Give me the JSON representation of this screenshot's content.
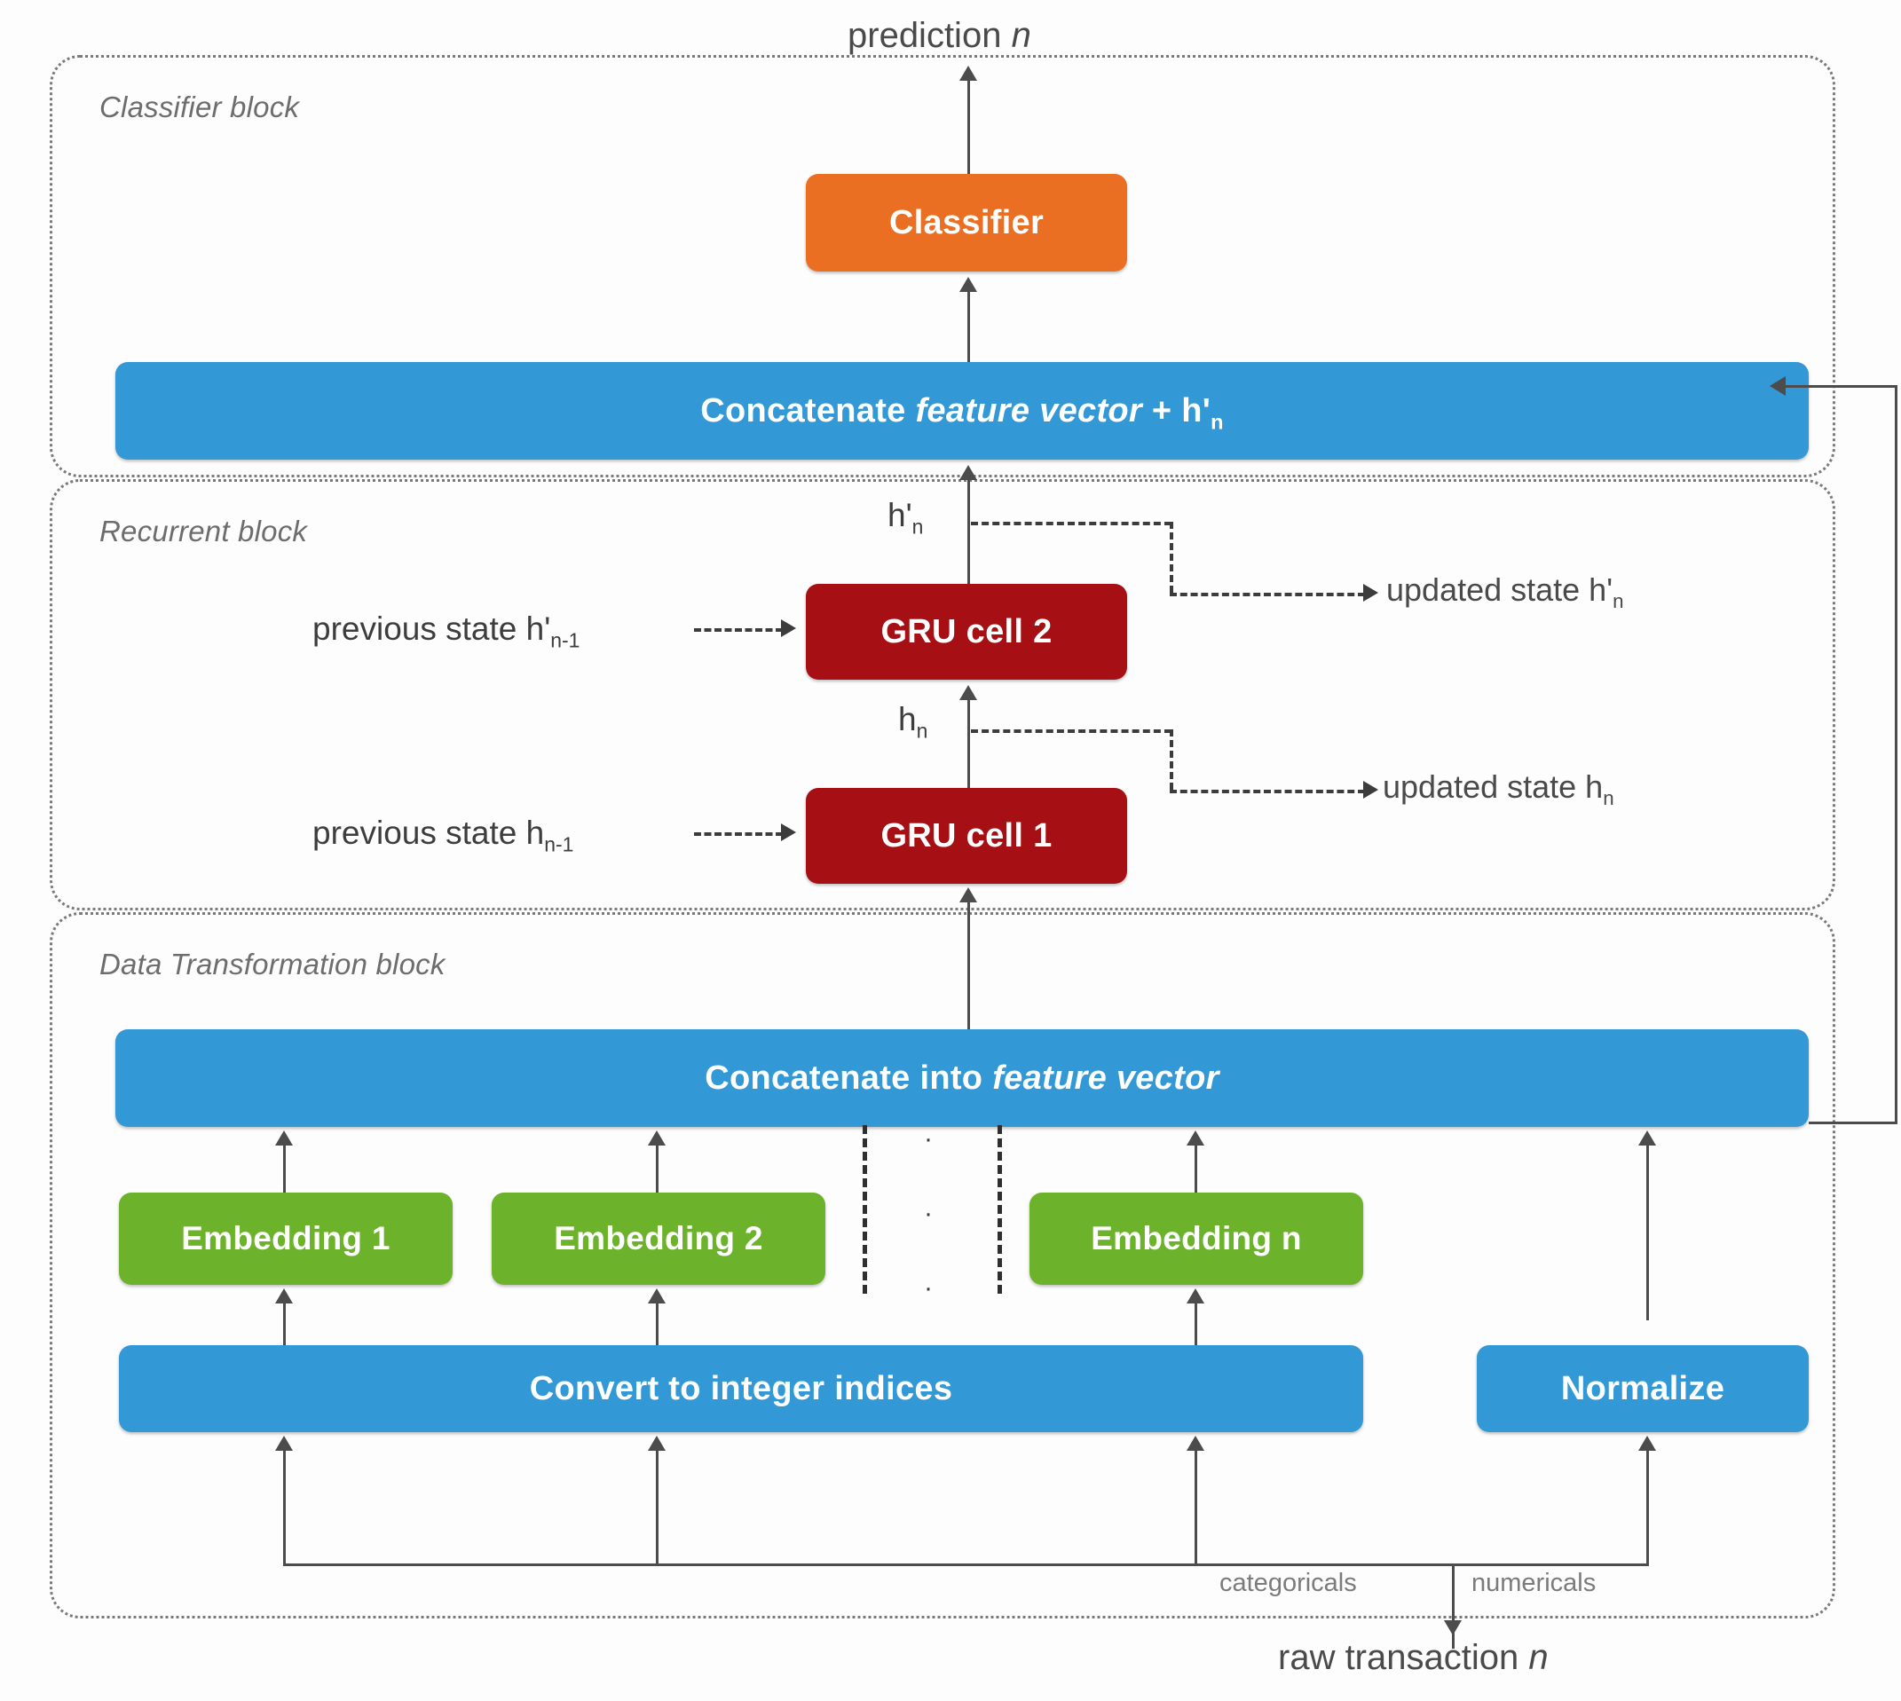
{
  "diagram": {
    "top_output_label": "prediction n",
    "top_output_label_plain": "prediction",
    "top_output_italic": "n",
    "bottom_input_label_plain": "raw transaction",
    "bottom_input_italic": "n",
    "groups": [
      {
        "id": "classifier-block",
        "label": "Classifier block"
      },
      {
        "id": "recurrent-block",
        "label": "Recurrent block"
      },
      {
        "id": "data-transformation-block",
        "label": "Data Transformation block"
      }
    ],
    "nodes": {
      "classifier": {
        "label": "Classifier",
        "color": "#ea6f22"
      },
      "concat_top_prefix": "Concatenate ",
      "concat_top_italic": "feature vector",
      "concat_top_suffix": " + h'",
      "concat_top_sub": "n",
      "gru2": {
        "label": "GRU cell 2",
        "color": "#a61014"
      },
      "gru1": {
        "label": "GRU cell 1",
        "color": "#a61014"
      },
      "concat_bottom_prefix": "Concatenate into ",
      "concat_bottom_italic": "feature vector",
      "embedding1": {
        "label": "Embedding 1",
        "color": "#6cb32b"
      },
      "embedding2": {
        "label": "Embedding 2",
        "color": "#6cb32b"
      },
      "embeddingn": {
        "label": "Embedding n",
        "color": "#6cb32b"
      },
      "convert": {
        "label": "Convert to integer indices",
        "color": "#3398d6"
      },
      "normalize": {
        "label": "Normalize",
        "color": "#3398d6"
      }
    },
    "annotations": {
      "prev_state_2_text": "previous state h'",
      "prev_state_2_sub": "n-1",
      "prev_state_1_text": "previous state h",
      "prev_state_1_sub": "n-1",
      "updated_state_2_text": "updated state h'",
      "updated_state_2_sub": "n",
      "updated_state_1_text": "updated state h",
      "updated_state_1_sub": "n",
      "h_prime_n_text": "h'",
      "h_prime_n_sub": "n",
      "h_n_text": "h",
      "h_n_sub": "n",
      "categoricals": "categoricals",
      "numericals": "numericals"
    },
    "colors": {
      "blue": "#3398d6",
      "orange": "#ea6f22",
      "dark_red": "#a61014",
      "green": "#6cb32b",
      "line": "#4c4c4c",
      "group_border": "#7a7a7a",
      "label_gray": "#6d6d6d"
    }
  }
}
